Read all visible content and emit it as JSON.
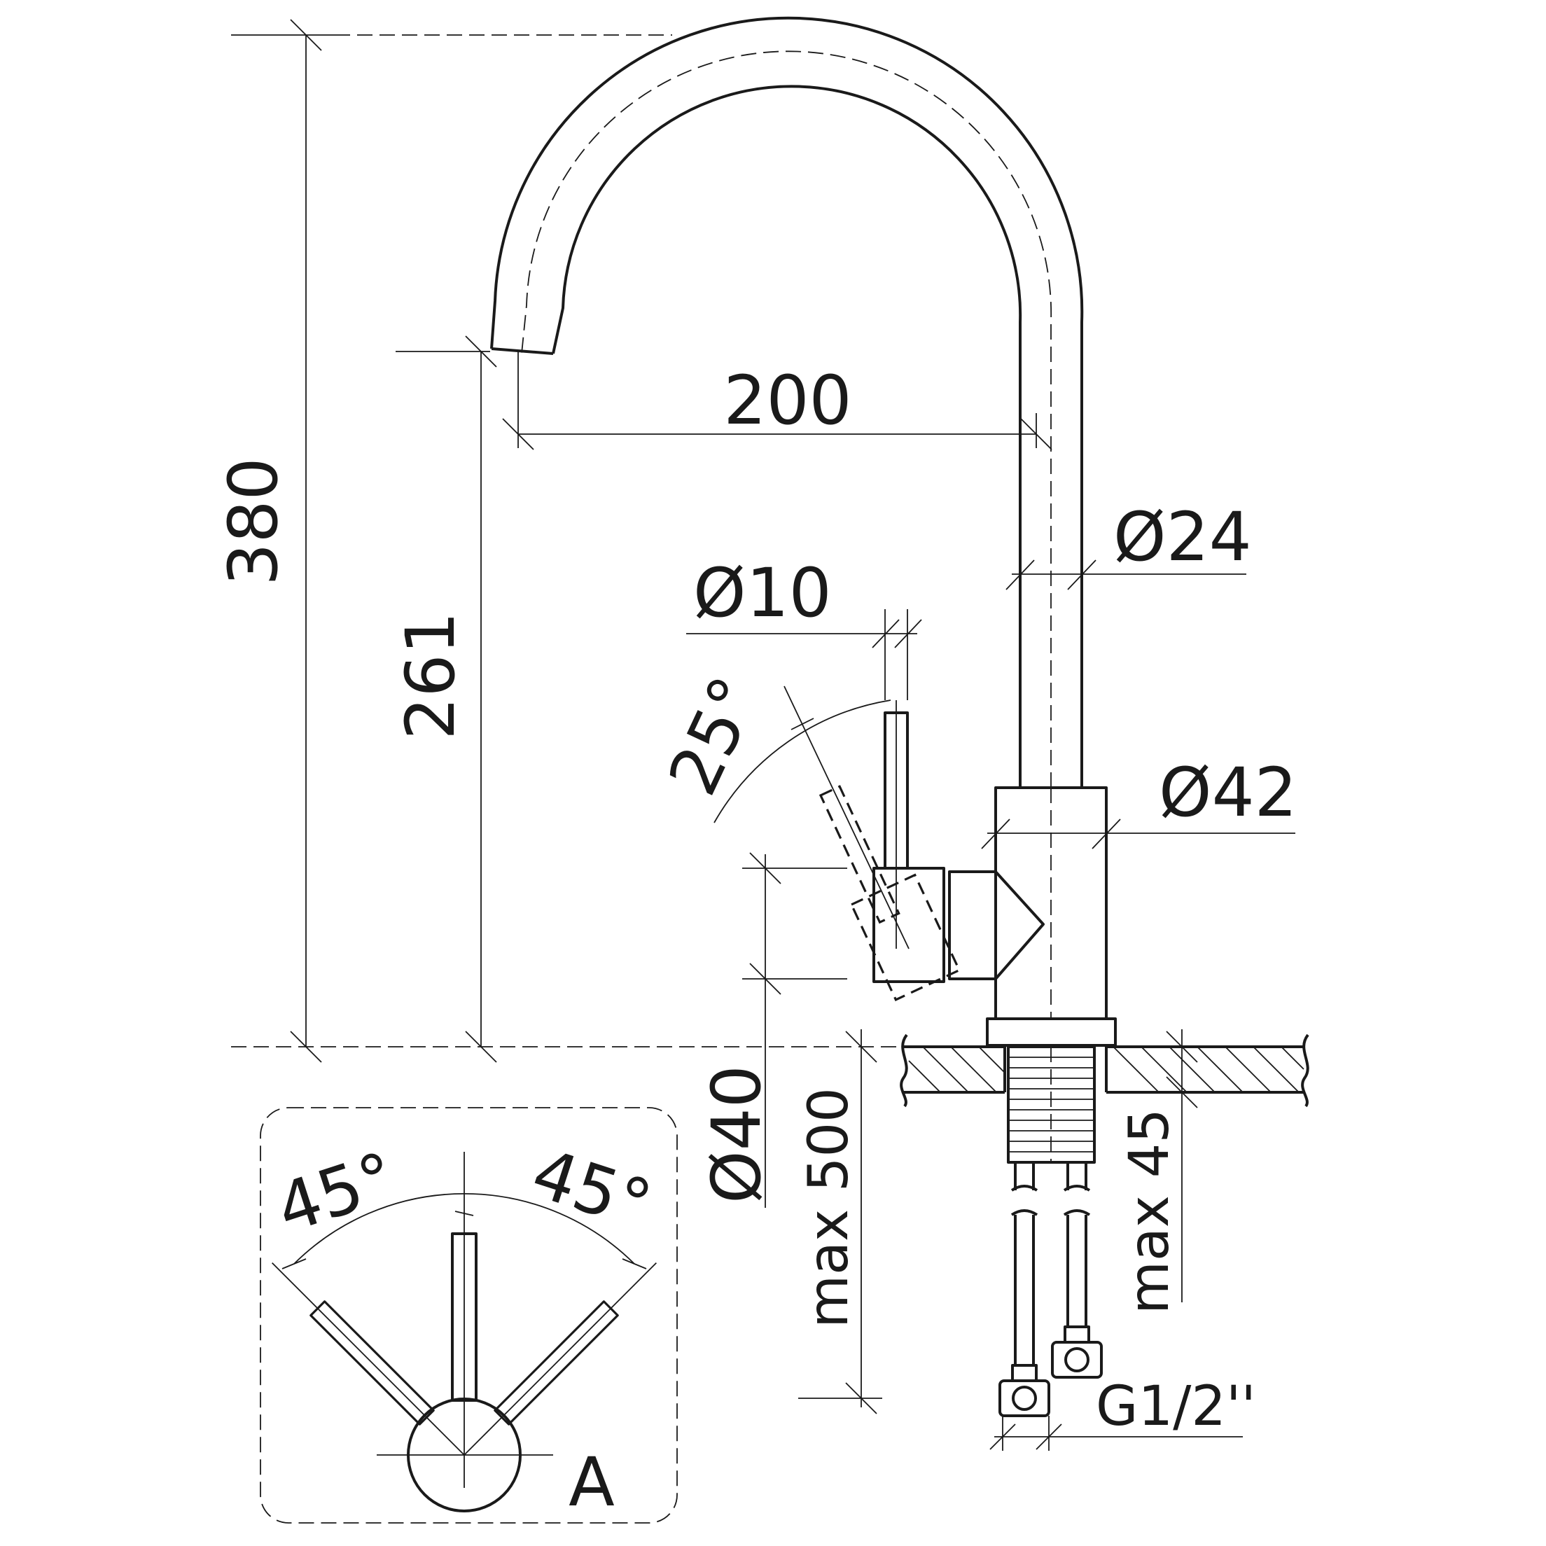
{
  "dimensions": {
    "total_height": "380",
    "spout_height": "261",
    "reach": "200",
    "spout_diameter": "Ø24",
    "lever_diameter": "Ø10",
    "lever_angle": "25°",
    "body_diameter": "Ø42",
    "base_diameter": "Ø40",
    "hose_length": "max 500",
    "countertop_thickness": "max 45",
    "connection_thread": "G1/2''"
  },
  "detail_a": {
    "label": "A",
    "angle_left": "45°",
    "angle_right": "45°"
  }
}
